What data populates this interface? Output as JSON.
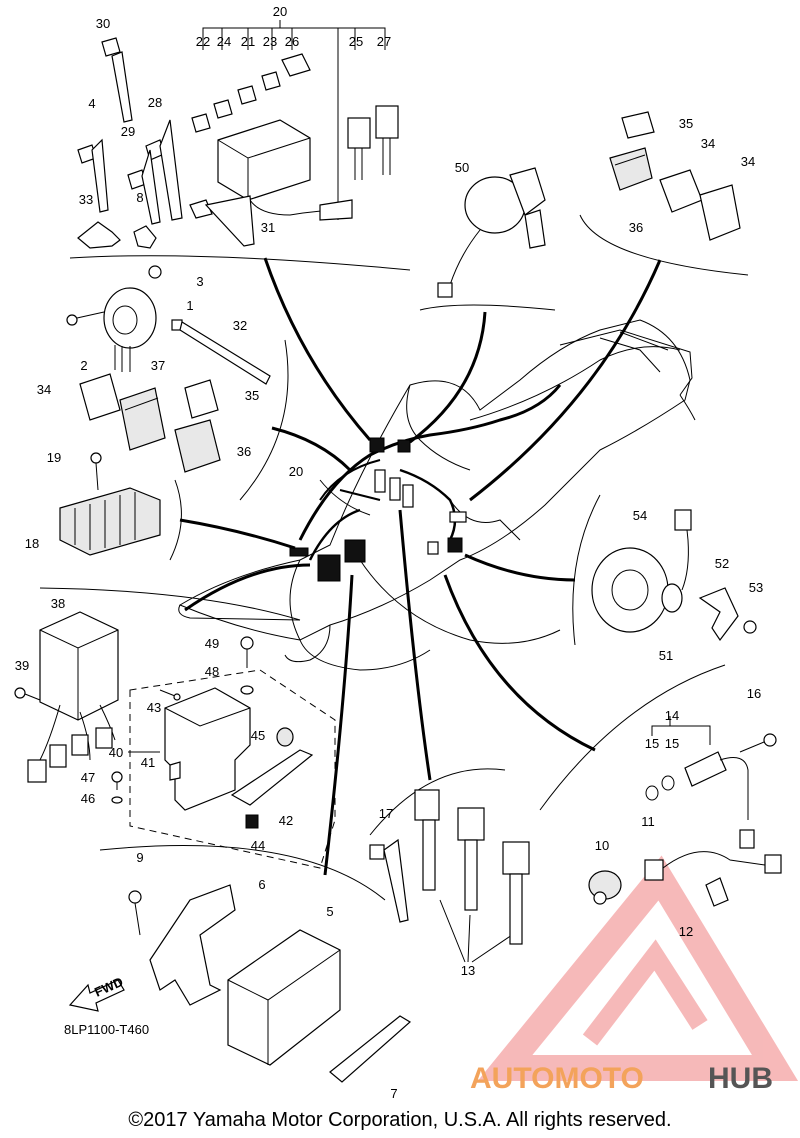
{
  "document_code": "8LP1100-T460",
  "copyright": "©2017 Yamaha Motor Corporation, U.S.A. All rights reserved.",
  "fwd_label": "FWD",
  "watermark": {
    "brand_part1": "AUTOMOTO",
    "brand_part2": "HUB",
    "accent_color": "#f08080",
    "text_color": "#f3a35b"
  },
  "callouts": {
    "c1": "1",
    "c2": "2",
    "c3": "3",
    "c4": "4",
    "c5": "5",
    "c6": "6",
    "c7": "7",
    "c8": "8",
    "c9": "9",
    "c10": "10",
    "c11": "11",
    "c12": "12",
    "c13": "13",
    "c14": "14",
    "c15a": "15",
    "c15b": "15",
    "c16": "16",
    "c17": "17",
    "c18": "18",
    "c19": "19",
    "c20a": "20",
    "c20b": "20",
    "c21": "21",
    "c22": "22",
    "c23": "23",
    "c24": "24",
    "c25": "25",
    "c26": "26",
    "c27": "27",
    "c28": "28",
    "c29": "29",
    "c30": "30",
    "c31": "31",
    "c32": "32",
    "c33": "33",
    "c34a": "34",
    "c34b": "34",
    "c34c": "34",
    "c35a": "35",
    "c35b": "35",
    "c36a": "36",
    "c36b": "36",
    "c37": "37",
    "c38": "38",
    "c39": "39",
    "c40": "40",
    "c41": "41",
    "c42": "42",
    "c43": "43",
    "c44": "44",
    "c45": "45",
    "c46": "46",
    "c47": "47",
    "c48": "48",
    "c49": "49",
    "c50": "50",
    "c51": "51",
    "c52": "52",
    "c53": "53",
    "c54": "54"
  }
}
